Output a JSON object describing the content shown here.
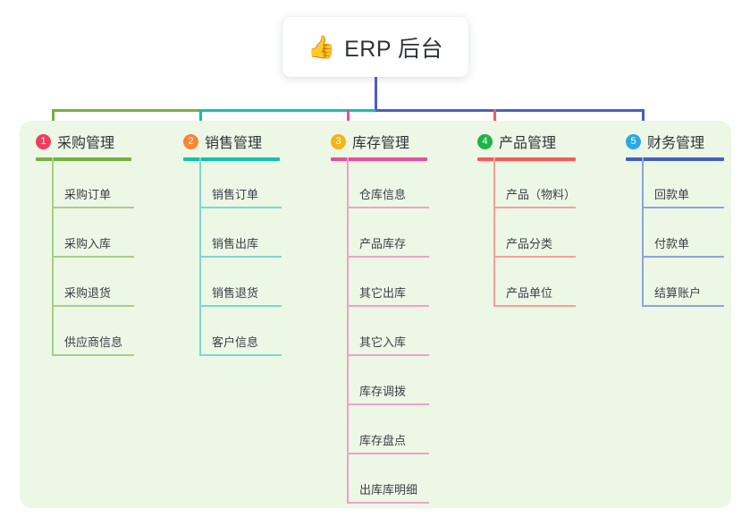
{
  "root": {
    "icon": "thumbs-up-icon",
    "emoji": "👍",
    "title": "ERP 后台"
  },
  "panel": {
    "background": "#edf7e6"
  },
  "connector_colors": {
    "stem": "#4a5ec4",
    "bus_segment_1": "#76b043",
    "bus_segment_2": "#12c2ab",
    "bus_segment_3": "#4a5ec4",
    "bus_segment_4": "#4a5ec4"
  },
  "columns": [
    {
      "index": "1",
      "title": "采购管理",
      "badge_color": "#ef3e5c",
      "line_color": "#76b043",
      "leaf_line_color": "#a8ce86",
      "items": [
        {
          "label": "采购订单"
        },
        {
          "label": "采购入库"
        },
        {
          "label": "采购退货"
        },
        {
          "label": "供应商信息"
        }
      ]
    },
    {
      "index": "2",
      "title": "销售管理",
      "badge_color": "#f58634",
      "line_color": "#12c2ab",
      "leaf_line_color": "#79d9cd",
      "items": [
        {
          "label": "销售订单"
        },
        {
          "label": "销售出库"
        },
        {
          "label": "销售退货"
        },
        {
          "label": "客户信息"
        }
      ]
    },
    {
      "index": "3",
      "title": "库存管理",
      "badge_color": "#f5b315",
      "line_color": "#ea4c98",
      "leaf_line_color": "#eda3c8",
      "items": [
        {
          "label": "仓库信息"
        },
        {
          "label": "产品库存"
        },
        {
          "label": "其它出库"
        },
        {
          "label": "其它入库"
        },
        {
          "label": "库存调拨"
        },
        {
          "label": "库存盘点"
        },
        {
          "label": "出库库明细"
        }
      ]
    },
    {
      "index": "4",
      "title": "产品管理",
      "badge_color": "#21b34a",
      "line_color": "#f85b53",
      "leaf_line_color": "#f79f9a",
      "items": [
        {
          "label": "产品（物料）"
        },
        {
          "label": "产品分类"
        },
        {
          "label": "产品单位"
        }
      ]
    },
    {
      "index": "5",
      "title": "财务管理",
      "badge_color": "#2ca8e0",
      "line_color": "#3f5fc4",
      "leaf_line_color": "#8ca4dd",
      "items": [
        {
          "label": "回款单"
        },
        {
          "label": "付款单"
        },
        {
          "label": "结算账户"
        }
      ]
    }
  ]
}
